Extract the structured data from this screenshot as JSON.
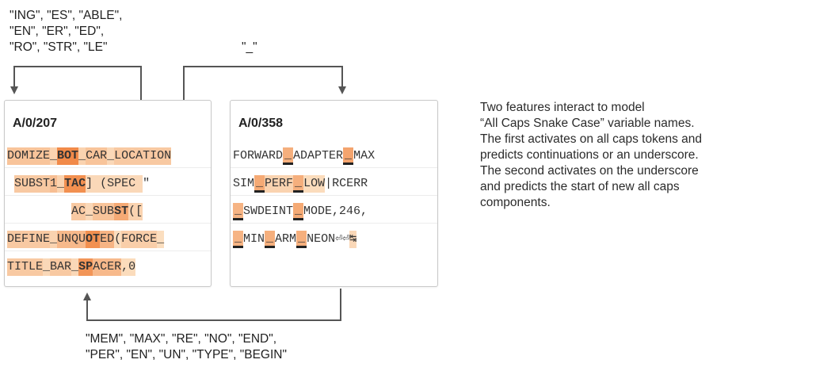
{
  "top_left_label": "\"ING\", \"ES\", \"ABLE\",\n\"EN\", \"ER\", \"ED\",\n\"RO\", \"STR\", \"LE\"",
  "top_middle_label": "\"_\"",
  "bottom_label": "\"MEM\", \"MAX\", \"RE\", \"NO\", \"END\",\n\"PER\", \"EN\", \"UN\", \"TYPE\", \"BEGIN\"",
  "description": "Two features interact to model\n“All Caps Snake Case” variable names.\nThe first activates on all caps tokens and\npredicts continuations or an underscore.\nThe second activates on the underscore\nand predicts the start of new all caps\ncomponents.",
  "feature_a": {
    "title": "A/0/207",
    "rows": [
      [
        {
          "t": "DOMIZE",
          "a": 0.35
        },
        {
          "t": "_",
          "a": 0.2
        },
        {
          "t": "BOT",
          "a": 0.9,
          "b": true
        },
        {
          "t": "_",
          "a": 0.2
        },
        {
          "t": "CAR",
          "a": 0.35
        },
        {
          "t": "_",
          "a": 0.15
        },
        {
          "t": "LOCATION",
          "a": 0.3
        }
      ],
      [
        {
          "t": " ",
          "a": 0
        },
        {
          "t": "SUBST",
          "a": 0.3
        },
        {
          "t": "1",
          "a": 0.4
        },
        {
          "t": "_",
          "a": 0.2
        },
        {
          "t": "TAC",
          "a": 0.85,
          "b": true
        },
        {
          "t": "]",
          "a": 0.15
        },
        {
          "t": " (SPEC ",
          "a": 0.15
        },
        {
          "t": "\"",
          "a": 0
        }
      ],
      [
        {
          "t": "         ",
          "a": 0
        },
        {
          "t": "AC",
          "a": 0.3
        },
        {
          "t": "_",
          "a": 0.15
        },
        {
          "t": "SUB",
          "a": 0.35
        },
        {
          "t": "ST",
          "a": 0.6,
          "b": true
        },
        {
          "t": "([",
          "a": 0.2
        }
      ],
      [
        {
          "t": "DEFINE",
          "a": 0.3
        },
        {
          "t": "_",
          "a": 0.2
        },
        {
          "t": "UNQU",
          "a": 0.45
        },
        {
          "t": "OT",
          "a": 0.85,
          "b": true
        },
        {
          "t": "ED",
          "a": 0.5
        },
        {
          "t": "(",
          "a": 0.1
        },
        {
          "t": "FORCE",
          "a": 0.25
        },
        {
          "t": "_",
          "a": 0.1
        }
      ],
      [
        {
          "t": "TITLE",
          "a": 0.3
        },
        {
          "t": "_",
          "a": 0.15
        },
        {
          "t": "BAR",
          "a": 0.3
        },
        {
          "t": "_",
          "a": 0.15
        },
        {
          "t": "SP",
          "a": 0.8,
          "b": true
        },
        {
          "t": "ACER",
          "a": 0.45
        },
        {
          "t": ",0",
          "a": 0.12
        }
      ]
    ]
  },
  "feature_b": {
    "title": "A/0/358",
    "rows": [
      [
        {
          "t": "FORWARD",
          "a": 0
        },
        {
          "t": "_",
          "a": 0.55,
          "u": true
        },
        {
          "t": "ADAPTER",
          "a": 0
        },
        {
          "t": "_",
          "a": 0.65,
          "u": true
        },
        {
          "t": "MAX",
          "a": 0
        }
      ],
      [
        {
          "t": "SIM",
          "a": 0
        },
        {
          "t": "_",
          "a": 0.6,
          "u": true
        },
        {
          "t": "PERF",
          "a": 0.2
        },
        {
          "t": "_",
          "a": 0.55,
          "u": true
        },
        {
          "t": "LOW",
          "a": 0.12
        },
        {
          "t": "|",
          "a": 0
        },
        {
          "t": "RCERR",
          "a": 0
        }
      ],
      [
        {
          "t": "_",
          "a": 0.5,
          "u": true
        },
        {
          "t": "SWDEINT",
          "a": 0
        },
        {
          "t": "_",
          "a": 0.6,
          "u": true
        },
        {
          "t": "MODE,246,",
          "a": 0
        }
      ],
      [
        {
          "t": "_",
          "a": 0.5,
          "u": true
        },
        {
          "t": "MIN",
          "a": 0
        },
        {
          "t": "_",
          "a": 0.55,
          "u": true
        },
        {
          "t": "ARM",
          "a": 0
        },
        {
          "t": "_",
          "a": 0.55,
          "u": true
        },
        {
          "t": "NEON",
          "a": 0
        },
        {
          "t": "⏎⏎",
          "a": 0
        },
        {
          "t": "↹",
          "a": 0.15
        }
      ]
    ]
  },
  "colors": {
    "activation": "#f4a35c",
    "arrow": "#555555"
  }
}
